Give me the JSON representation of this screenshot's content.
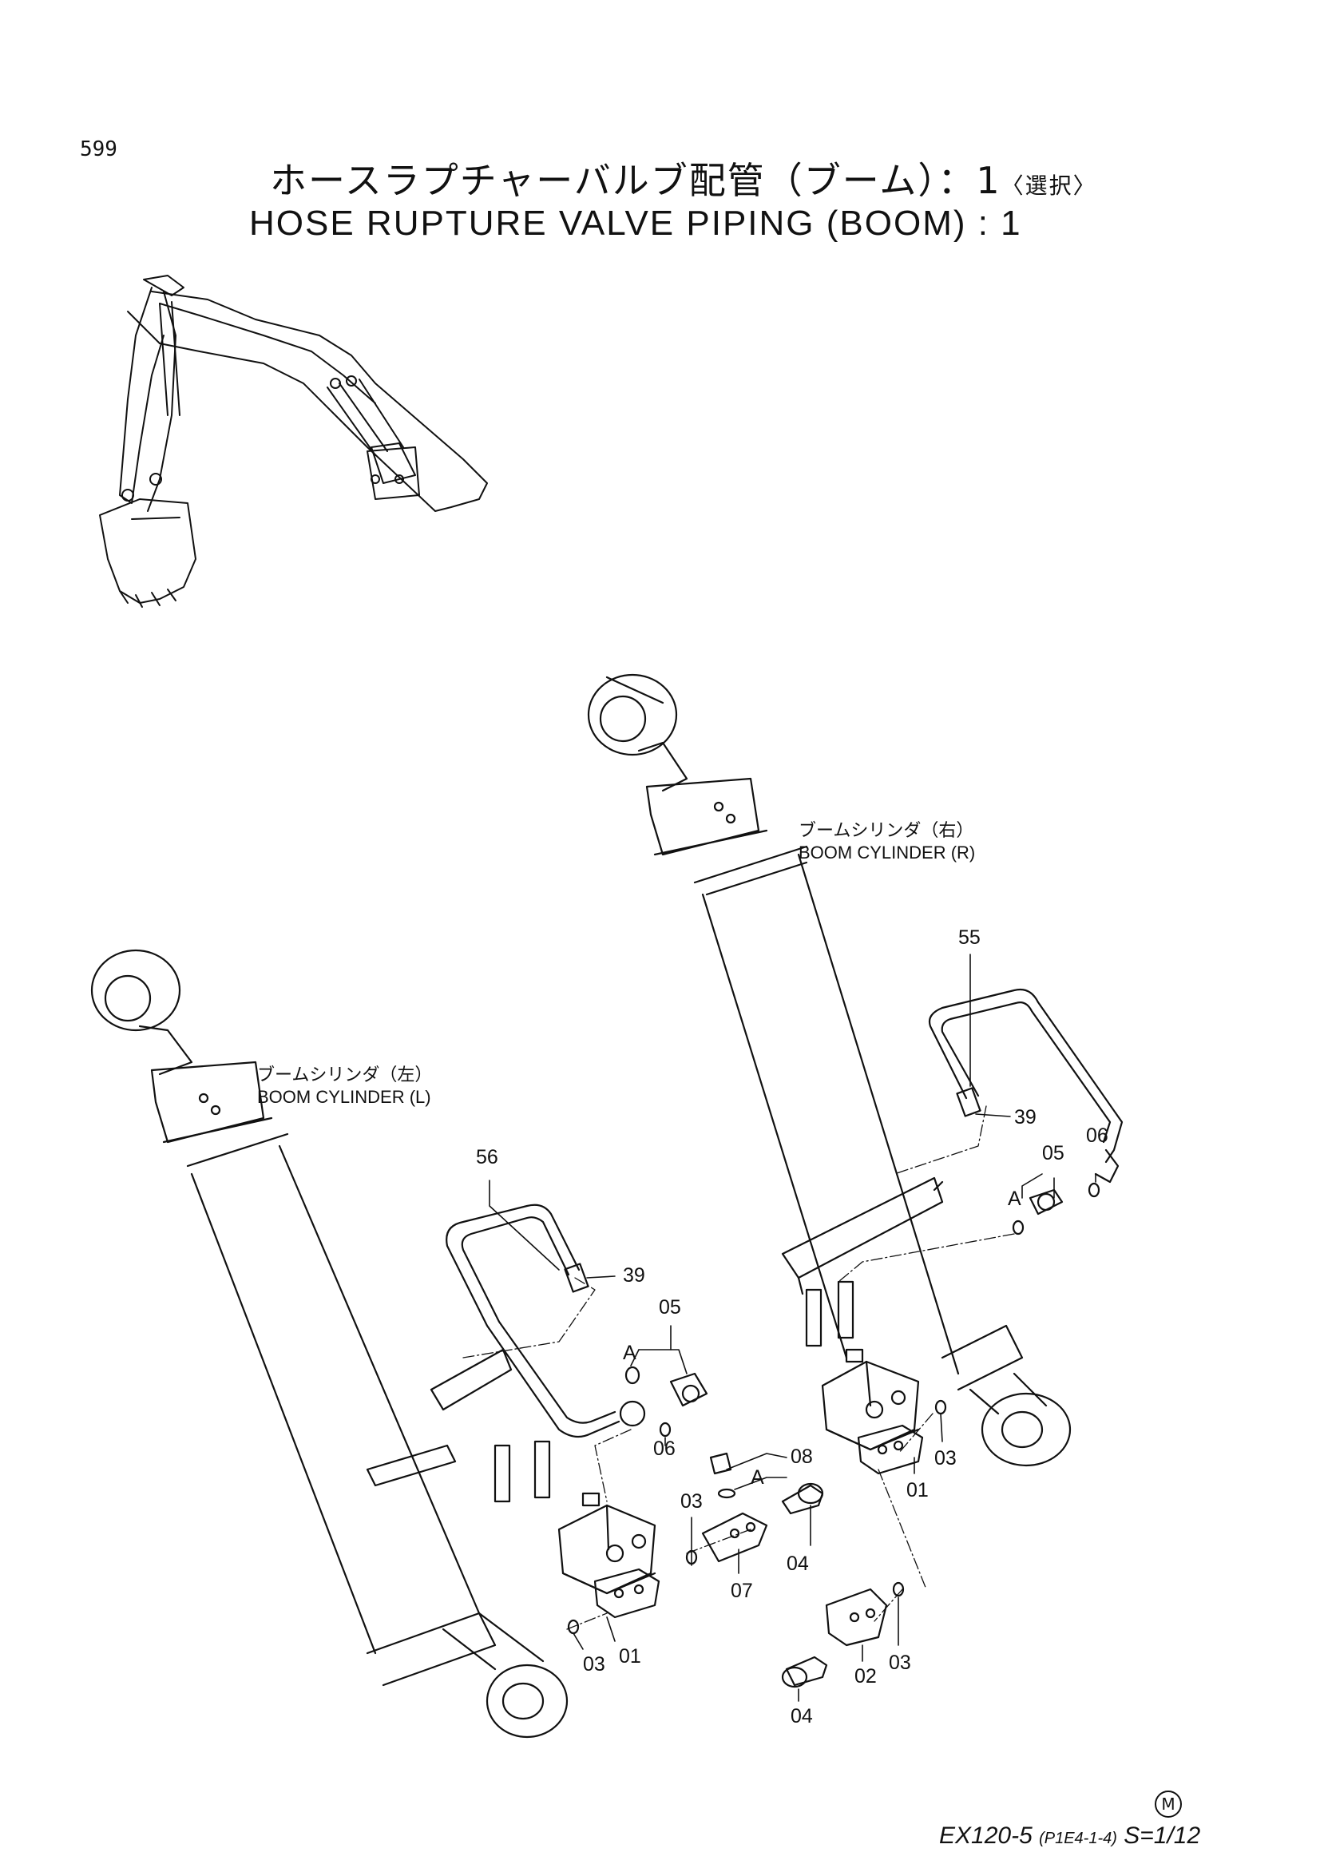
{
  "page_number": "599",
  "title_jp": "ホースラプチャーバルブ配管（ブーム）：1",
  "title_jp_note": "〈選択〉",
  "title_en": "HOSE RUPTURE VALVE PIPING (BOOM) : 1",
  "labels": {
    "cylinder_right_jp": "ブームシリンダ（右）",
    "cylinder_right_en": "BOOM CYLINDER (R)",
    "cylinder_left_jp": "ブームシリンダ（左）",
    "cylinder_left_en": "BOOM CYLINDER (L)"
  },
  "callouts": {
    "c55": "55",
    "c39r": "39",
    "c05r": "05",
    "c06r": "06",
    "cAr": "A",
    "c03r": "03",
    "c01r": "01",
    "c56": "56",
    "c39l": "39",
    "c05l": "05",
    "cAl": "A",
    "c06l": "06",
    "c08": "08",
    "cAm": "A",
    "c03m": "03",
    "c04m": "04",
    "c07": "07",
    "c03l": "03",
    "c01l": "01",
    "c03b": "03",
    "c02": "02",
    "c04b": "04"
  },
  "footer": {
    "mark": "M",
    "model": "EX120-5",
    "code": "(P1E4-1-4)",
    "scale": "S=1/12"
  },
  "colors": {
    "ink": "#111111",
    "paper": "#ffffff"
  }
}
